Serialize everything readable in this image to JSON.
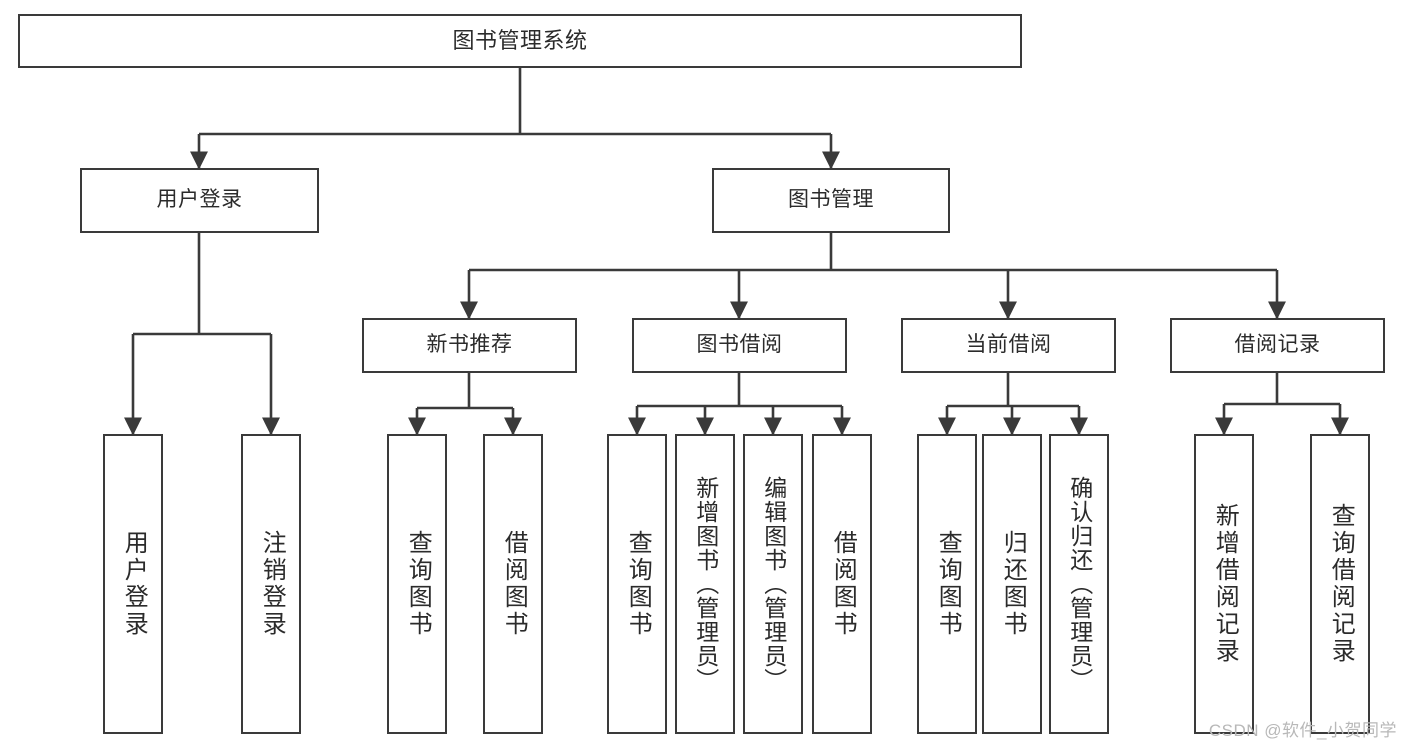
{
  "diagram": {
    "type": "tree",
    "title": "图书管理系统",
    "orientation": "top-down",
    "watermark": "CSDN @软件_小贺同学",
    "colors": {
      "box_border": "#3a3a3a",
      "box_fill": "#ffffff",
      "text": "#2b2b2b",
      "connector": "#3a3a3a",
      "watermark": "#b8b8b8"
    },
    "levels": {
      "root": {
        "label": "图书管理系统"
      },
      "level1": [
        {
          "label": "用户登录"
        },
        {
          "label": "图书管理"
        }
      ],
      "level2": [
        {
          "label": "新书推荐"
        },
        {
          "label": "图书借阅"
        },
        {
          "label": "当前借阅"
        },
        {
          "label": "借阅记录"
        }
      ],
      "leaves_user_login": [
        {
          "label": "用户登录"
        },
        {
          "label": "注销登录"
        }
      ],
      "leaves_new_book": [
        {
          "label": "查询图书"
        },
        {
          "label": "借阅图书"
        }
      ],
      "leaves_borrow": [
        {
          "label": "查询图书"
        },
        {
          "label": "新增图书（管理员）"
        },
        {
          "label": "编辑图书（管理员）"
        },
        {
          "label": "借阅图书"
        }
      ],
      "leaves_current": [
        {
          "label": "查询图书"
        },
        {
          "label": "归还图书"
        },
        {
          "label": "确认归还（管理员）"
        }
      ],
      "leaves_record": [
        {
          "label": "新增借阅记录"
        },
        {
          "label": "查询借阅记录"
        }
      ]
    }
  }
}
